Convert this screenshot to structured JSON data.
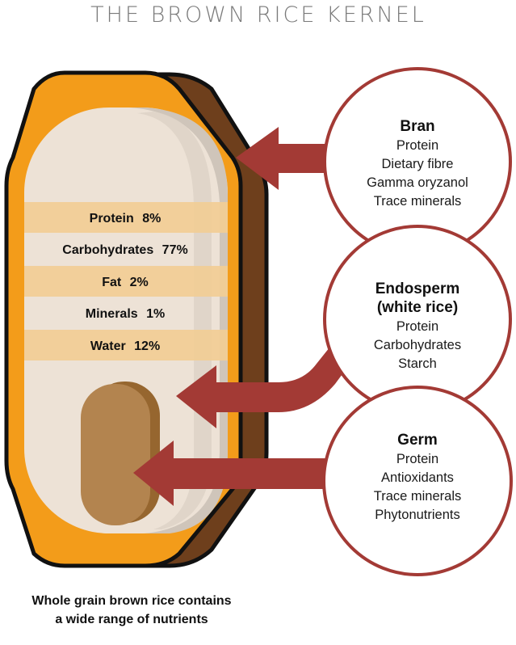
{
  "title": "THE BROWN RICE KERNEL",
  "composition": [
    {
      "label": "Protein",
      "value": "8%"
    },
    {
      "label": "Carbohydrates",
      "value": "77%"
    },
    {
      "label": "Fat",
      "value": "2%"
    },
    {
      "label": "Minerals",
      "value": "1%"
    },
    {
      "label": "Water",
      "value": "12%"
    }
  ],
  "parts": [
    {
      "name": "Bran",
      "items": [
        "Protein",
        "Dietary fibre",
        "Gamma oryzanol",
        "Trace minerals"
      ]
    },
    {
      "name": "Endosperm",
      "subtitle": "(white rice)",
      "items": [
        "Protein",
        "Carbohydrates",
        "Starch"
      ]
    },
    {
      "name": "Germ",
      "items": [
        "Protein",
        "Antioxidants",
        "Trace minerals",
        "Phytonutrients"
      ]
    }
  ],
  "caption": [
    "Whole grain brown rice contains",
    "a wide range of nutrients"
  ],
  "colors": {
    "bran": "#f39c1a",
    "bran_back": "#6e3f1c",
    "endosperm": "#ede2d6",
    "band": "#f2cd93",
    "germ": "#b3844f",
    "arrow": "#a33a35"
  }
}
